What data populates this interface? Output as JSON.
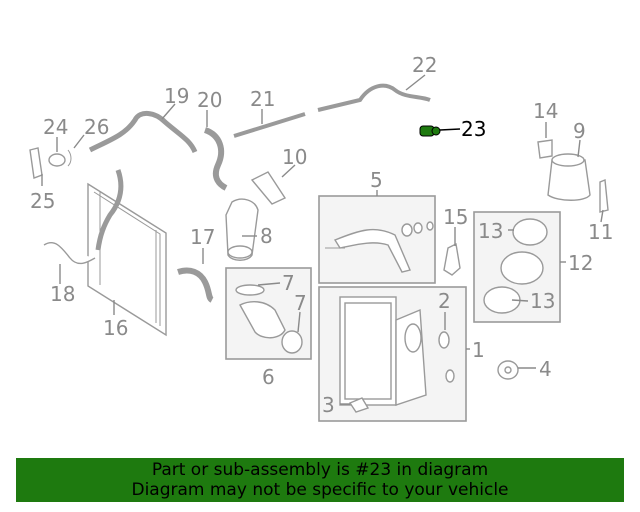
{
  "diagram": {
    "highlighted_part": "23",
    "callouts": {
      "c1": "1",
      "c2": "2",
      "c3": "3",
      "c4": "4",
      "c5": "5",
      "c6": "6",
      "c7a": "7",
      "c7b": "7",
      "c8": "8",
      "c9": "9",
      "c10": "10",
      "c11": "11",
      "c12": "12",
      "c13a": "13",
      "c13b": "13",
      "c14": "14",
      "c15": "15",
      "c16": "16",
      "c17": "17",
      "c18": "18",
      "c19": "19",
      "c20": "20",
      "c21": "21",
      "c22": "22",
      "c23": "23",
      "c24": "24",
      "c25": "25",
      "c26": "26"
    }
  },
  "banner": {
    "line1": "Part or sub-assembly is #23 in diagram",
    "line2": "Diagram may not be specific to your vehicle"
  },
  "colors": {
    "banner_bg": "#1e7a0f",
    "highlight": "#000000",
    "linework": "#9a9a9a"
  }
}
